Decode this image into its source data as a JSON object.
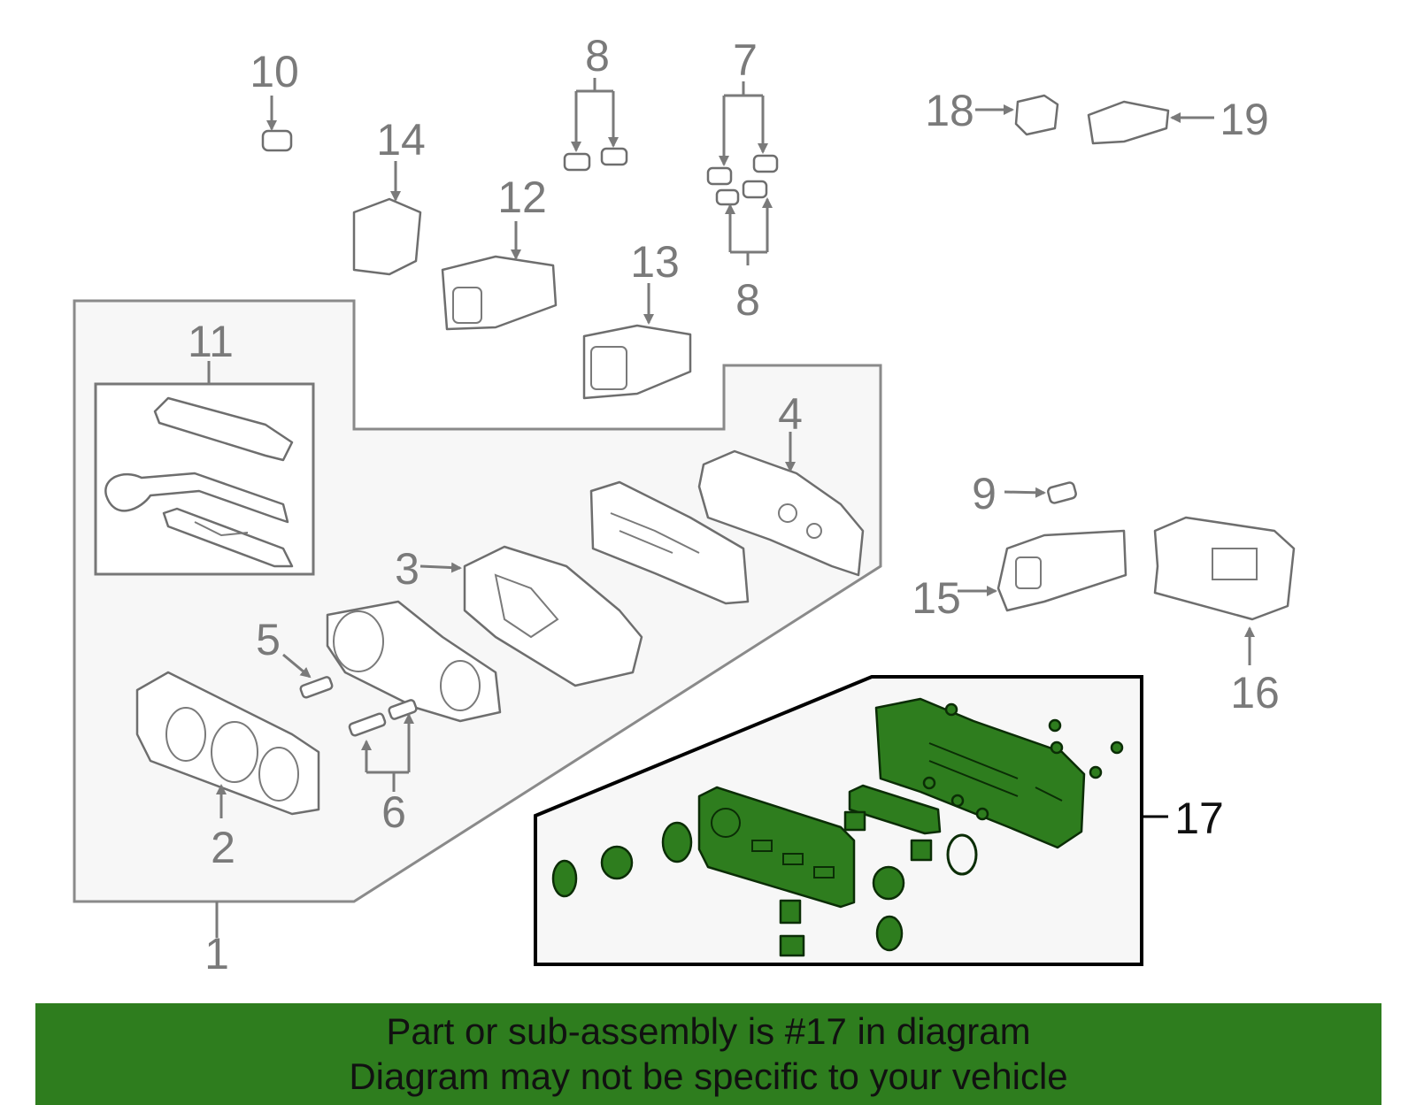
{
  "callouts": {
    "c1": "1",
    "c2": "2",
    "c3": "3",
    "c4": "4",
    "c5": "5",
    "c6": "6",
    "c7": "7",
    "c8a": "8",
    "c8b": "8",
    "c9": "9",
    "c10": "10",
    "c11": "11",
    "c12": "12",
    "c13": "13",
    "c14": "14",
    "c15": "15",
    "c16": "16",
    "c17": "17",
    "c18": "18",
    "c19": "19"
  },
  "highlight_color": "#2e7d1e",
  "banner": {
    "line1": "Part or sub-assembly is #17 in diagram",
    "line2": "Diagram may not be specific to your vehicle"
  }
}
